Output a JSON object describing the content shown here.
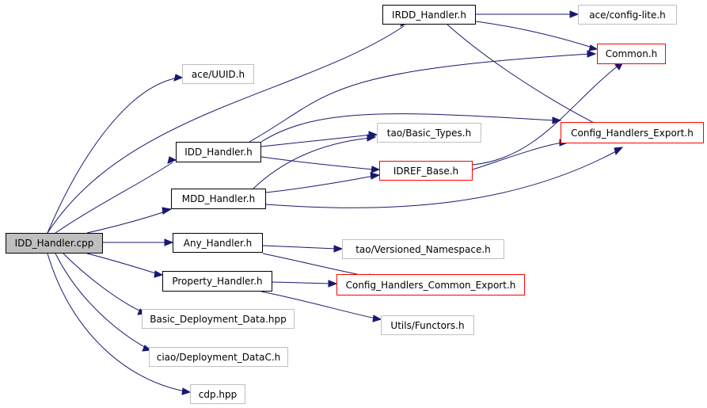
{
  "diagram": {
    "nodes": {
      "idd_handler_cpp": "IDD_Handler.cpp",
      "irdd_handler_h": "IRDD_Handler.h",
      "ace_config_lite_h": "ace/config-lite.h",
      "ace_uuid_h": "ace/UUID.h",
      "common_h": "Common.h",
      "config_handlers_export_h": "Config_Handlers_Export.h",
      "idd_handler_h": "IDD_Handler.h",
      "tao_basic_types_h": "tao/Basic_Types.h",
      "idref_base_h": "IDREF_Base.h",
      "mdd_handler_h": "MDD_Handler.h",
      "any_handler_h": "Any_Handler.h",
      "tao_versioned_namespace_h": "tao/Versioned_Namespace.h",
      "property_handler_h": "Property_Handler.h",
      "config_handlers_common_export_h": "Config_Handlers_Common_Export.h",
      "basic_deployment_data_hpp": "Basic_Deployment_Data.hpp",
      "utils_functors_h": "Utils/Functors.h",
      "ciao_deployment_datac_h": "ciao/Deployment_DataC.h",
      "cdp_hpp": "cdp.hpp"
    },
    "colors": {
      "edge": "#191970",
      "documented_border": "#000000",
      "undocumented_border": "#bfbfbf",
      "truncated_border": "#ff0000",
      "root_fill": "#bfbfbf"
    }
  }
}
